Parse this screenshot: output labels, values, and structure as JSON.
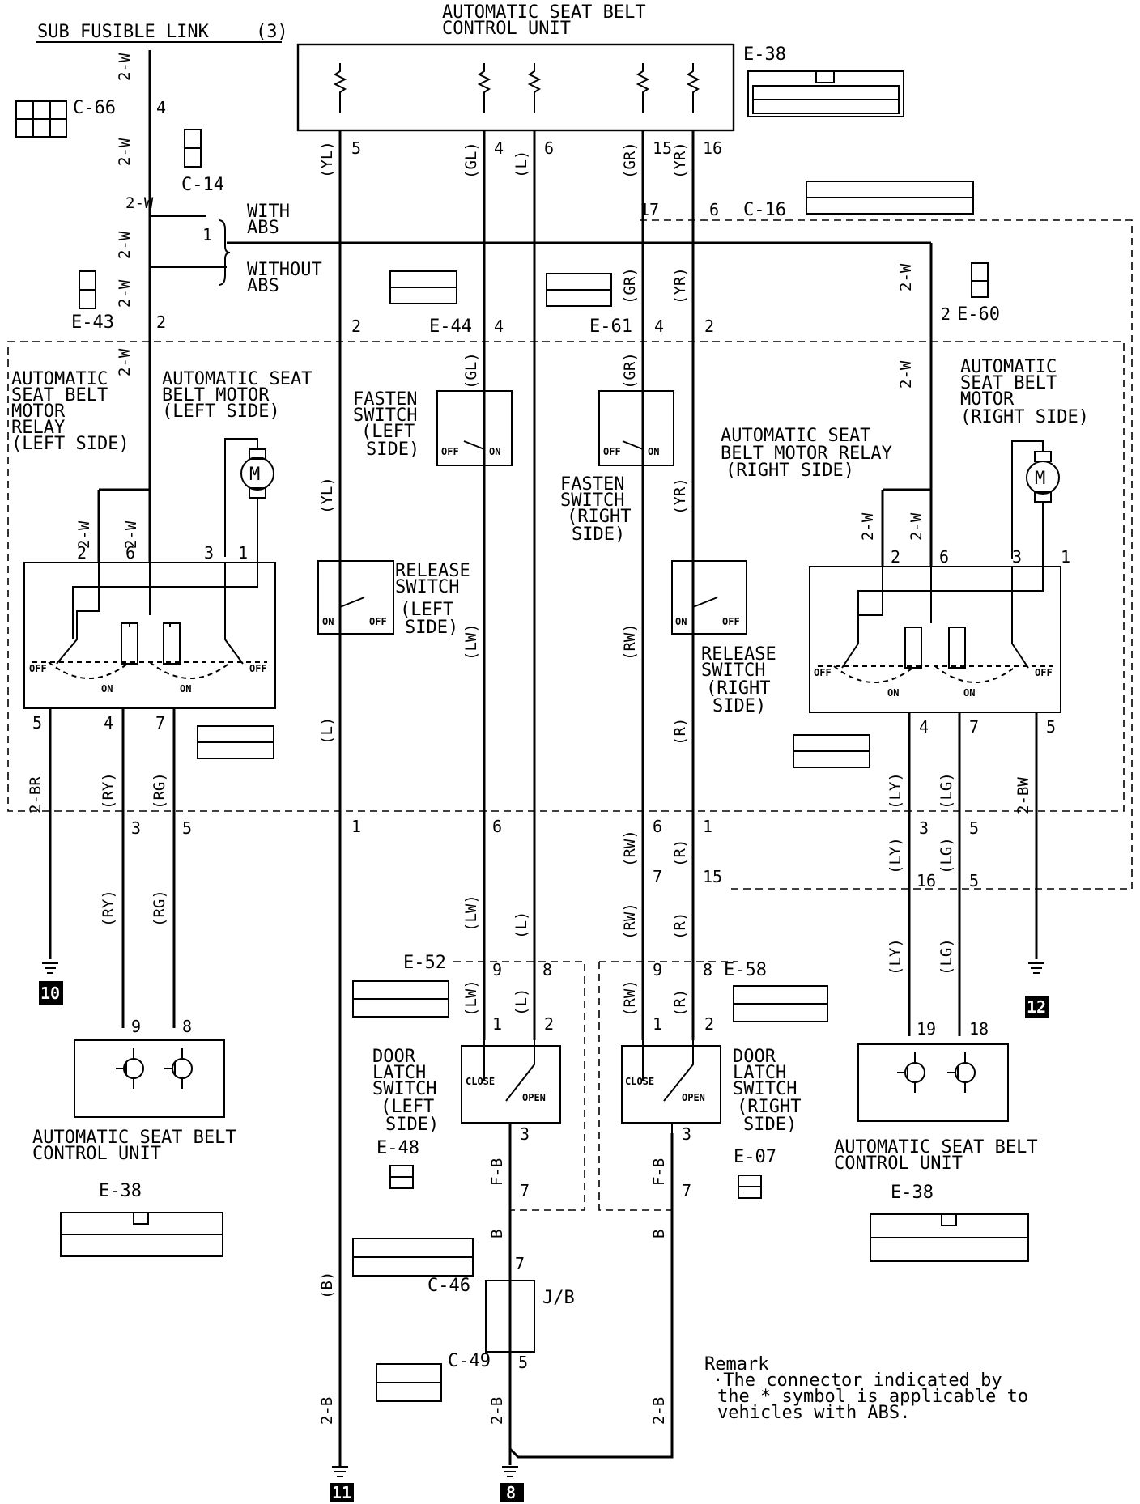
{
  "title": "SUB FUSIBLE LINK",
  "title_ref": "(3)",
  "control_unit_top": [
    "AUTOMATIC SEAT BELT",
    "CONTROL UNIT"
  ],
  "connectors": {
    "e38": "E-38",
    "c66": "C-66",
    "c14": "C-14",
    "c16": "C-16",
    "e43": "E-43",
    "e44": "E-44",
    "e61": "E-61",
    "e60": "E-60",
    "e52": "E-52",
    "e58": "E-58",
    "e48": "E-48",
    "e07": "E-07",
    "c46": "C-46",
    "c49": "C-49",
    "jb": "J/B"
  },
  "abs_labels": {
    "with": [
      "WITH",
      "ABS"
    ],
    "without": [
      "WITHOUT",
      "ABS"
    ]
  },
  "components": {
    "relay_left": [
      "AUTOMATIC",
      "SEAT BELT",
      "MOTOR",
      "RELAY",
      "(LEFT SIDE)"
    ],
    "motor_left": [
      "AUTOMATIC SEAT",
      "BELT MOTOR",
      "(LEFT SIDE)"
    ],
    "fasten_left": [
      "FASTEN",
      "SWITCH",
      "(LEFT",
      "SIDE)"
    ],
    "fasten_right": [
      "FASTEN",
      "SWITCH",
      "(RIGHT",
      "SIDE)"
    ],
    "release_left": [
      "RELEASE",
      "SWITCH",
      "(LEFT",
      "SIDE)"
    ],
    "release_right": [
      "RELEASE",
      "SWITCH",
      "(RIGHT",
      "SIDE)"
    ],
    "relay_right": [
      "AUTOMATIC SEAT",
      "BELT MOTOR RELAY",
      "(RIGHT SIDE)"
    ],
    "motor_right": [
      "AUTOMATIC",
      "SEAT BELT",
      "MOTOR",
      "(RIGHT SIDE)"
    ],
    "door_left": [
      "DOOR",
      "LATCH",
      "SWITCH",
      "(LEFT",
      "SIDE)"
    ],
    "door_right": [
      "DOOR",
      "LATCH",
      "SWITCH",
      "(RIGHT",
      "SIDE)"
    ],
    "cu_left": [
      "AUTOMATIC SEAT BELT",
      "CONTROL UNIT"
    ],
    "cu_right": [
      "AUTOMATIC SEAT BELT",
      "CONTROL UNIT"
    ]
  },
  "switch_states": {
    "off": "OFF",
    "on": "ON",
    "close": "CLOSE",
    "open": "OPEN"
  },
  "wire_colors": {
    "w2": "2-W",
    "yl": "(YL)",
    "gl": "(GL)",
    "l": "(L)",
    "gr": "(GR)",
    "yr": "(YR)",
    "lw": "(LW)",
    "rw": "(RW)",
    "r": "(R)",
    "ry": "(RY)",
    "rg": "(RG)",
    "ly": "(LY)",
    "lg": "(LG)",
    "br2": "2-BR",
    "bw2": "2-BW",
    "fb": "F-B",
    "b": "B",
    "bp": "(B)",
    "b2": "2-B"
  },
  "grounds": [
    "10",
    "11",
    "8",
    "12"
  ],
  "remark": [
    "Remark",
    "·The connector indicated by",
    "the * symbol is applicable to",
    "vehicles with ABS."
  ]
}
